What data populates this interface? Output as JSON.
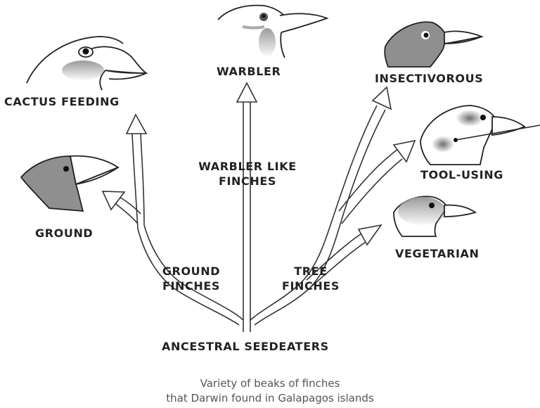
{
  "labels": {
    "cactus": "CACTUS FEEDING",
    "ground": "GROUND",
    "warbler": "WARBLER",
    "warbler_like_line1": "WARBLER LIKE",
    "warbler_like_line2": "FINCHES",
    "insectivorous": "INSECTIVOROUS",
    "tool_using": "TOOL-USING",
    "vegetarian": "VEGETARIAN",
    "ground_finches_line1": "GROUND",
    "ground_finches_line2": "FINCHES",
    "tree_finches_line1": "TREE",
    "tree_finches_line2": "FINCHES",
    "ancestral": "ANCESTRAL SEEDEATERS"
  },
  "caption": {
    "line1": "Variety of beaks of finches",
    "line2": "that Darwin found in Galapagos islands"
  },
  "colors": {
    "text": "#222222",
    "caption": "#555555",
    "stroke": "#333333",
    "shade": "#8a8a8a"
  }
}
